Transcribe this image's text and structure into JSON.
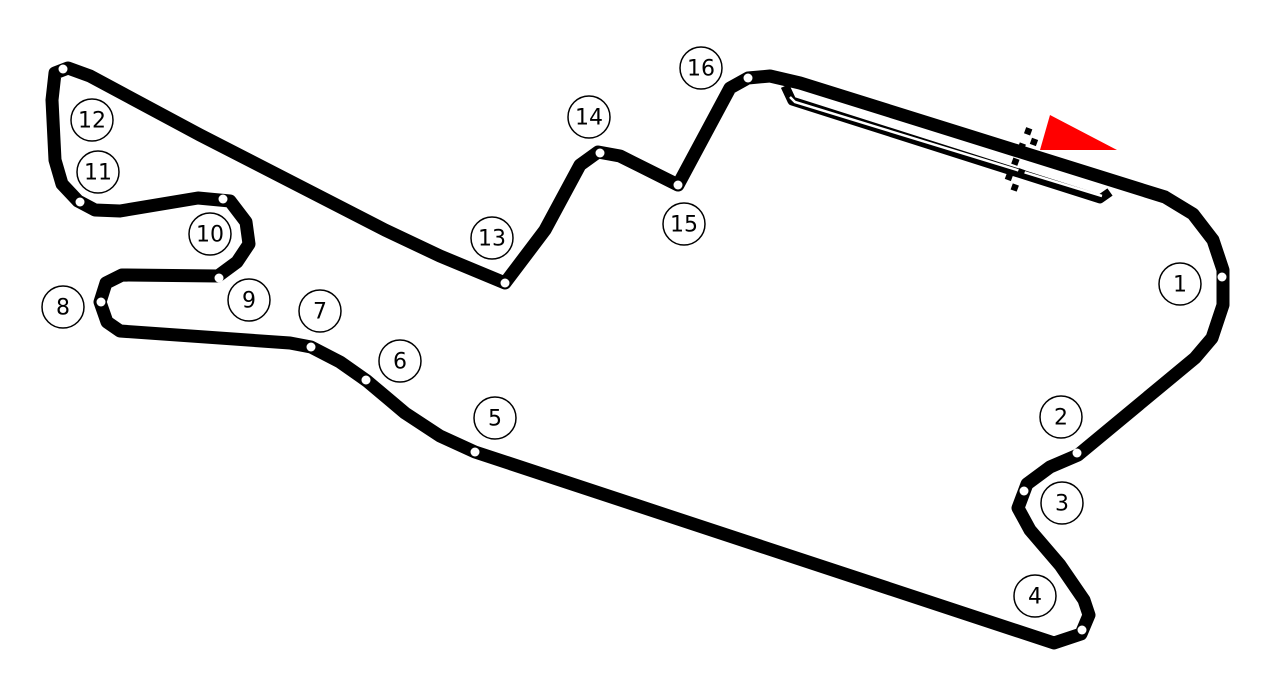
{
  "track": {
    "track_color": "#000000",
    "flag_color": "#ff0000",
    "corners": [
      "1",
      "2",
      "3",
      "4",
      "5",
      "6",
      "7",
      "8",
      "9",
      "10",
      "11",
      "12",
      "13",
      "14",
      "15",
      "16"
    ]
  }
}
